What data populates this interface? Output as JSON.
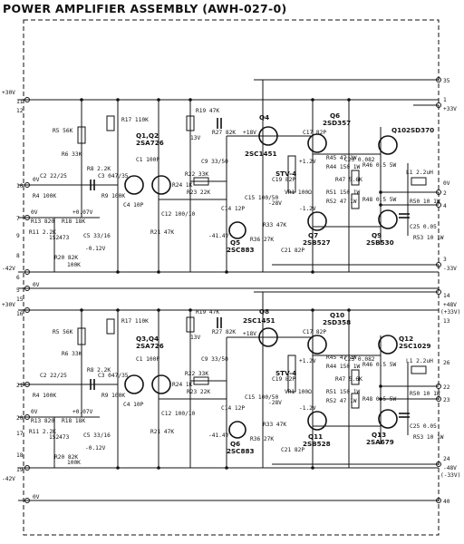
{
  "title": "POWER AMPLIFIER ASSEMBLY  (AWH-027-0)",
  "left_terminals": {
    "t11": "11",
    "t12": "12",
    "t10": "10",
    "t7": "7",
    "t9": "9",
    "t8": "8",
    "t6": "6",
    "t5": "5",
    "t15": "15",
    "t16": "16",
    "t21": "21",
    "t20": "20",
    "t17": "17",
    "t18": "18",
    "t19": "19",
    "p30v": "+30V",
    "m42v_a": "-42V",
    "m42v_b": "-42V",
    "p30v_b": "+30V",
    "ov_a": "0V",
    "ov_b": "0V",
    "ov_c": "0V"
  },
  "right_terminals": {
    "t35": "35",
    "t1": "1",
    "t2": "2",
    "t4": "4",
    "t3": "3",
    "t14": "14",
    "t13": "13",
    "t26": "26",
    "t22": "22",
    "t23": "23",
    "t24": "24",
    "t40": "40",
    "p33v": "+33V",
    "m33v": "-33V",
    "p48v": "+48V",
    "p33v_p": "(+33V)",
    "m48v": "-48V",
    "m33v_p": "(-33V)",
    "ov_r": "0V"
  },
  "upper": {
    "q1q2_part": "Q1,Q2",
    "q1q2_type": "2SA726",
    "q4_label": "Q4",
    "q4_type": "2SC1451",
    "q6_label": "Q6",
    "q6_type": "2SD357",
    "q10_label": "Q10",
    "q10_type": "2SD370",
    "q5_label": "Q5",
    "q5_type": "2SC883",
    "q7_label": "Q7",
    "q7_type": "2SB527",
    "q9_label": "Q9",
    "q9_type": "2SB530",
    "d5": "STV-4",
    "d_pair": "1S2473",
    "v_18": "+18V",
    "v_13": "13V",
    "v_12": "+1.2V",
    "v_m12": "-1.2V",
    "v_m28": "-28V",
    "v_m414": "-41.4V",
    "v_007": "+0.07V",
    "v_m012": "-0.12V",
    "v_0": "0V",
    "r5": "R5 56K",
    "r6": "R6 33K",
    "r8": "R8 2.2K",
    "r9": "R9 100K",
    "r17": "R17 110K",
    "r19": "R19 47K",
    "r22": "R22 33K",
    "r23": "R23 22K",
    "r24": "R24 1K",
    "r21": "R21 47K",
    "r27": "R27 82K",
    "r33": "R33 47K",
    "r36": "R36 27K",
    "r18": "R18 18K",
    "r20": "R20 82K",
    "r13": "R13 820",
    "r11": "R11 2.2K",
    "r4": "R4 100K",
    "r37": "100K",
    "c2": "C2 22/25",
    "c3": "C3 047/35",
    "c4": "C4 10P",
    "c1": "C1 100P",
    "c5": "C5 33/16",
    "c9": "C9 33/50",
    "c12": "C12 100/10",
    "c14": "C14 12P",
    "c15": "C15 100/50",
    "c17": "C17 82P",
    "c19": "C19 82P",
    "c21": "C21 82P",
    "c23": "C23 0.082",
    "c25": "C25 0.05",
    "r44": "R44 150 1W",
    "r45": "R45 47 1W",
    "r46": "R46 0.5 5W",
    "r47": "R47 5.6K",
    "r48": "R48 0.5 5W",
    "r50": "R50 10 1W",
    "r51": "R51 150 1W",
    "r52": "R52 47 1W",
    "r53": "R53 10 1W",
    "l1": "L1 2.2uH",
    "vr": "VR1 100Ω"
  },
  "lower": {
    "q3q4_part": "Q3,Q4",
    "q3q4_type": "2SA726",
    "q8_label": "Q8",
    "q8_type": "2SC1451",
    "q10_label": "Q10",
    "q10_type": "2SD358",
    "q12_label": "Q12",
    "q12_type": "2SC1029",
    "q6_label": "Q6",
    "q6_type": "2SC883",
    "q11_label": "Q11",
    "q11_type": "2SB528",
    "q13_label": "Q13",
    "q13_type": "2SA679",
    "d6": "STV-4",
    "d_pair": "1S2473",
    "v_18": "+18V",
    "v_13": "13V",
    "v_12": "+1.2V",
    "v_m12": "-1.2V",
    "v_m28": "-28V",
    "v_m414": "-41.4V",
    "v_007": "+0.07V",
    "v_m012": "-0.12V",
    "v_0": "0V",
    "r5": "R5 56K",
    "r6": "R6 33K",
    "r8": "R8 2.2K",
    "r9": "R9 100K",
    "r17": "R17 110K",
    "r19": "R19 47K",
    "r22": "R22 33K",
    "r23": "R23 22K",
    "r24": "R24 1K",
    "r21": "R21 47K",
    "r27": "R27 82K",
    "r33": "R33 47K",
    "r36": "R36 27K",
    "r18": "R18 18K",
    "r20": "R20 82K",
    "r13": "R13 820",
    "r11": "R11 2.2K",
    "r4": "R4 100K",
    "r37": "100K",
    "c2": "C2 22/25",
    "c3": "C3 047/35",
    "c4": "C4 10P",
    "c1": "C1 100P",
    "c5": "C5 33/16",
    "c9": "C9 33/50",
    "c12": "C12 100/10",
    "c14": "C14 12P",
    "c15": "C15 100/50",
    "c17": "C17 82P",
    "c19": "C19 82P",
    "c21": "C21 82P",
    "c23": "C23 0.082",
    "c25": "C25 0.05",
    "r44": "R44 150 1W",
    "r45": "R45 47 1W",
    "r46": "R46 0.5 5W",
    "r47": "R47 5.6K",
    "r48": "R48 0.5 5W",
    "r50": "R50 10 1W",
    "r51": "R51 150 1W",
    "r52": "R52 47 1W",
    "r53": "R53 10 1W",
    "l1": "L1 2.2uH",
    "vr": "VR1 100Ω"
  }
}
